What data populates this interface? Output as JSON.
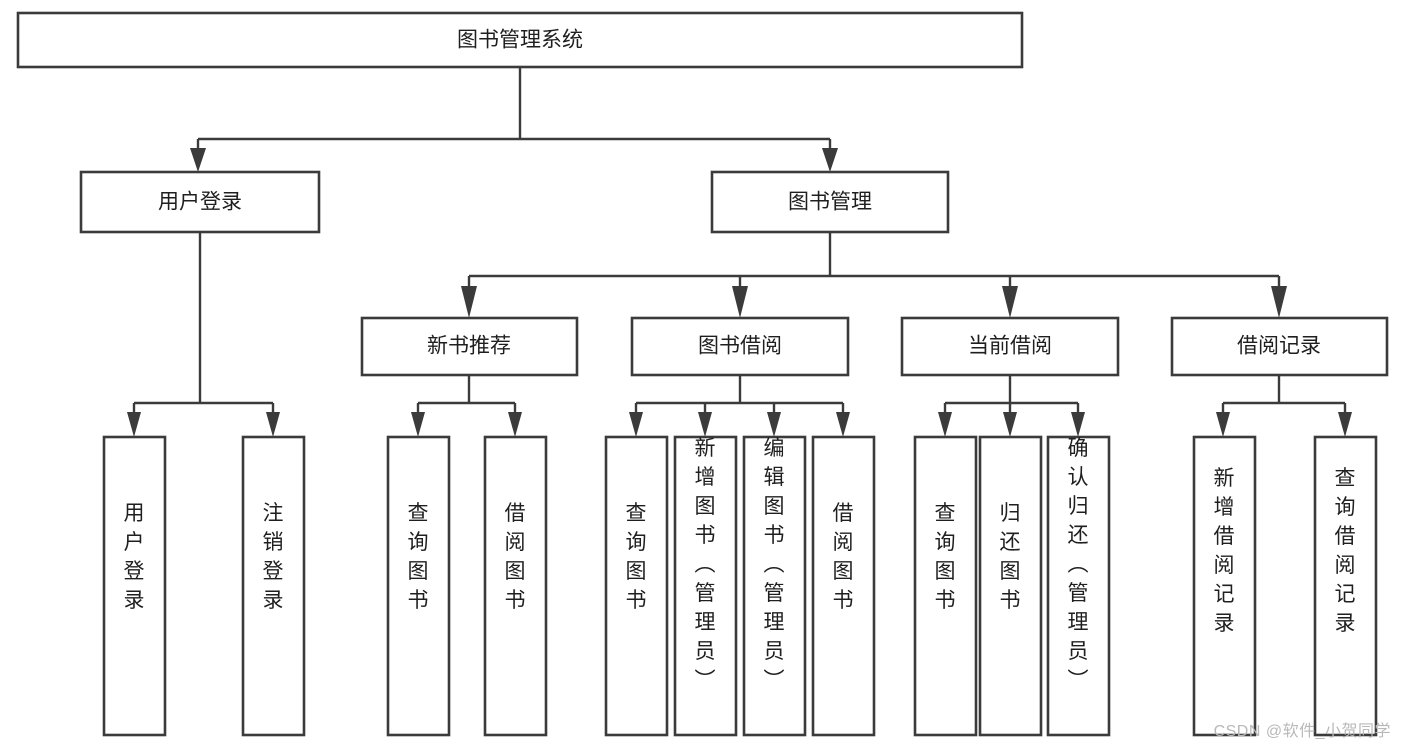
{
  "diagram": {
    "type": "tree-hierarchy",
    "title": "图书管理系统",
    "watermark": "CSDN @软件_小贺同学",
    "orientation": "top-down",
    "edge_style": "orthogonal-arrow",
    "colors": {
      "box_stroke": "#3b3b3b",
      "box_fill": "#ffffff",
      "connector": "#3b3b3b",
      "label": "#1f1f1f",
      "watermark": "#b9b9b9",
      "background": "#ffffff"
    },
    "nodes": {
      "root": {
        "label": "图书管理系统",
        "level": 0,
        "orientation": "horizontal"
      },
      "n_user_login": {
        "label": "用户登录",
        "level": 1,
        "orientation": "horizontal"
      },
      "n_book_manage": {
        "label": "图书管理",
        "level": 1,
        "orientation": "horizontal"
      },
      "n_new_book_rec": {
        "label": "新书推荐",
        "level": 2,
        "orientation": "horizontal"
      },
      "n_book_borrow": {
        "label": "图书借阅",
        "level": 2,
        "orientation": "horizontal"
      },
      "n_current_borrow": {
        "label": "当前借阅",
        "level": 2,
        "orientation": "horizontal"
      },
      "n_borrow_record": {
        "label": "借阅记录",
        "level": 2,
        "orientation": "horizontal"
      },
      "l_user_login": {
        "label": "用户登录",
        "level": 3,
        "orientation": "vertical"
      },
      "l_logout_login": {
        "label": "注销登录",
        "level": 3,
        "orientation": "vertical"
      },
      "l_query_book_a": {
        "label": "查询图书",
        "level": 3,
        "orientation": "vertical"
      },
      "l_borrow_book_a": {
        "label": "借阅图书",
        "level": 3,
        "orientation": "vertical"
      },
      "l_query_book_b": {
        "label": "查询图书",
        "level": 3,
        "orientation": "vertical"
      },
      "l_add_book": {
        "label": "新增图书（管理员）",
        "level": 3,
        "orientation": "vertical"
      },
      "l_edit_book": {
        "label": "编辑图书（管理员）",
        "level": 3,
        "orientation": "vertical"
      },
      "l_borrow_book_b": {
        "label": "借阅图书",
        "level": 3,
        "orientation": "vertical"
      },
      "l_query_book_c": {
        "label": "查询图书",
        "level": 3,
        "orientation": "vertical"
      },
      "l_return_book": {
        "label": "归还图书",
        "level": 3,
        "orientation": "vertical"
      },
      "l_confirm_return": {
        "label": "确认归还（管理员）",
        "level": 3,
        "orientation": "vertical"
      },
      "l_add_record": {
        "label": "新增借阅记录",
        "level": 3,
        "orientation": "vertical"
      },
      "l_query_record": {
        "label": "查询借阅记录",
        "level": 3,
        "orientation": "vertical"
      }
    },
    "edges": [
      {
        "from": "root",
        "to": "n_user_login"
      },
      {
        "from": "root",
        "to": "n_book_manage"
      },
      {
        "from": "n_book_manage",
        "to": "n_new_book_rec"
      },
      {
        "from": "n_book_manage",
        "to": "n_book_borrow"
      },
      {
        "from": "n_book_manage",
        "to": "n_current_borrow"
      },
      {
        "from": "n_book_manage",
        "to": "n_borrow_record"
      },
      {
        "from": "n_user_login",
        "to": "l_user_login"
      },
      {
        "from": "n_user_login",
        "to": "l_logout_login"
      },
      {
        "from": "n_new_book_rec",
        "to": "l_query_book_a"
      },
      {
        "from": "n_new_book_rec",
        "to": "l_borrow_book_a"
      },
      {
        "from": "n_book_borrow",
        "to": "l_query_book_b"
      },
      {
        "from": "n_book_borrow",
        "to": "l_add_book"
      },
      {
        "from": "n_book_borrow",
        "to": "l_edit_book"
      },
      {
        "from": "n_book_borrow",
        "to": "l_borrow_book_b"
      },
      {
        "from": "n_current_borrow",
        "to": "l_query_book_c"
      },
      {
        "from": "n_current_borrow",
        "to": "l_return_book"
      },
      {
        "from": "n_current_borrow",
        "to": "l_confirm_return"
      },
      {
        "from": "n_borrow_record",
        "to": "l_add_record"
      },
      {
        "from": "n_borrow_record",
        "to": "l_query_record"
      }
    ]
  }
}
